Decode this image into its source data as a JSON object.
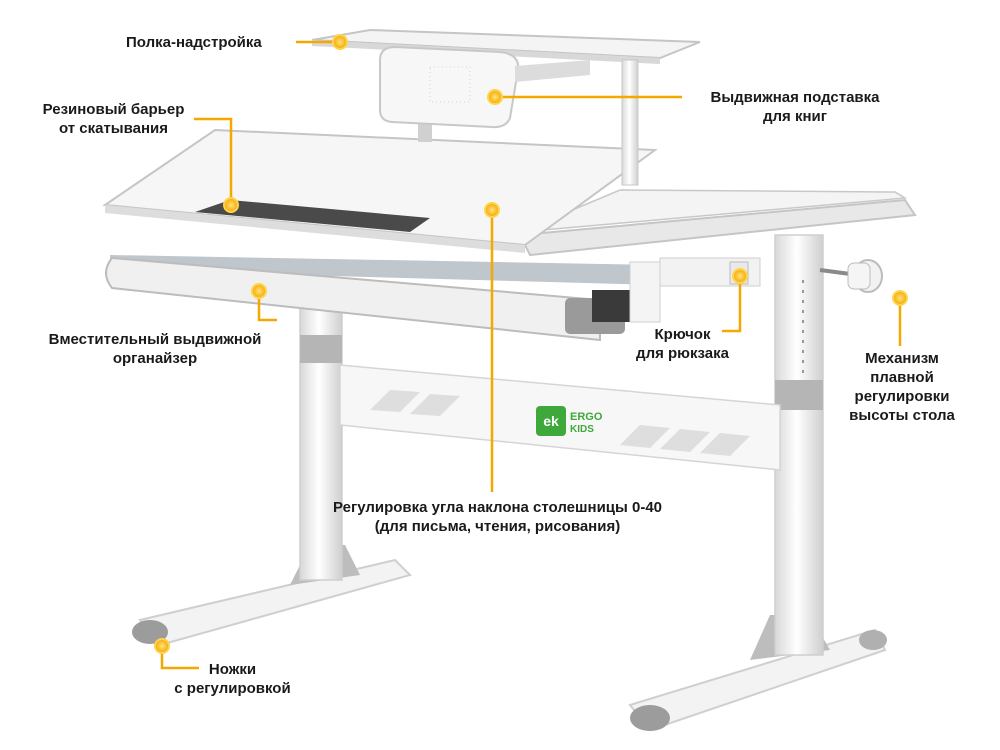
{
  "brand": {
    "logo_mark": "ek",
    "logo_word1": "ERGO",
    "logo_word2": "KIDS"
  },
  "colors": {
    "accent": "#f5a800",
    "marker": "#ffc629",
    "desk": "#f1f1f1",
    "outline": "#c5c5c5",
    "dark_gray": "#4a4a4a",
    "logo_green": "#3ea83b"
  },
  "callouts": {
    "shelf": "Полка-надстройка",
    "book_stand_1": "Выдвижная подставка",
    "book_stand_2": "для книг",
    "barrier_1": "Резиновый барьер",
    "barrier_2": "от скатывания",
    "organizer_1": "Вместительный выдвижной",
    "organizer_2": "органайзер",
    "hook_1": "Крючок",
    "hook_2": "для рюкзака",
    "mechanism_1": "Механизм",
    "mechanism_2": "плавной",
    "mechanism_3": "регулировки",
    "mechanism_4": "высоты стола",
    "tilt_1": "Регулировка угла наклона столешницы 0-40",
    "tilt_2": "(для письма, чтения, рисования)",
    "legs_1": "Ножки",
    "legs_2": "с регулировкой"
  }
}
